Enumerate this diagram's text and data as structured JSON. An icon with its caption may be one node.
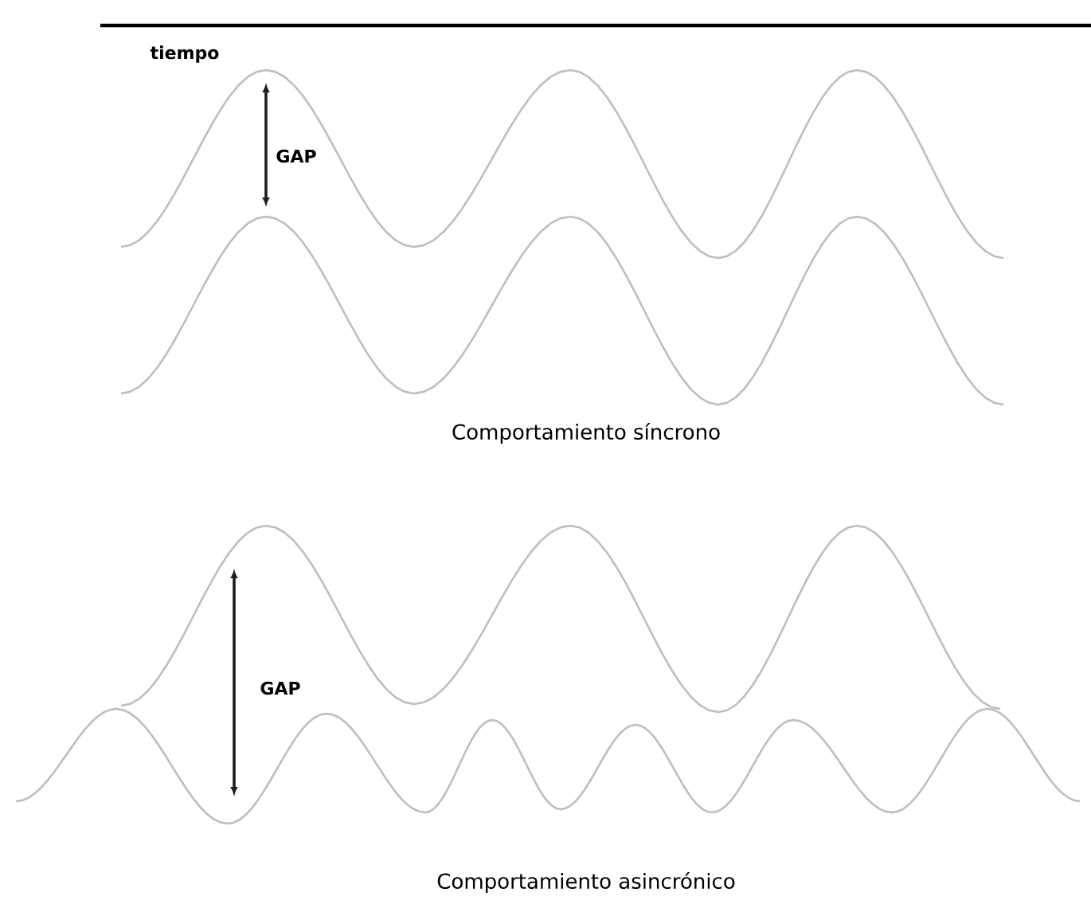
{
  "diagram": {
    "labels": [
      "tiempo",
      "GAP",
      "Comportamiento síncrono",
      "GAP",
      "Comportamiento asincrónico"
    ]
  }
}
